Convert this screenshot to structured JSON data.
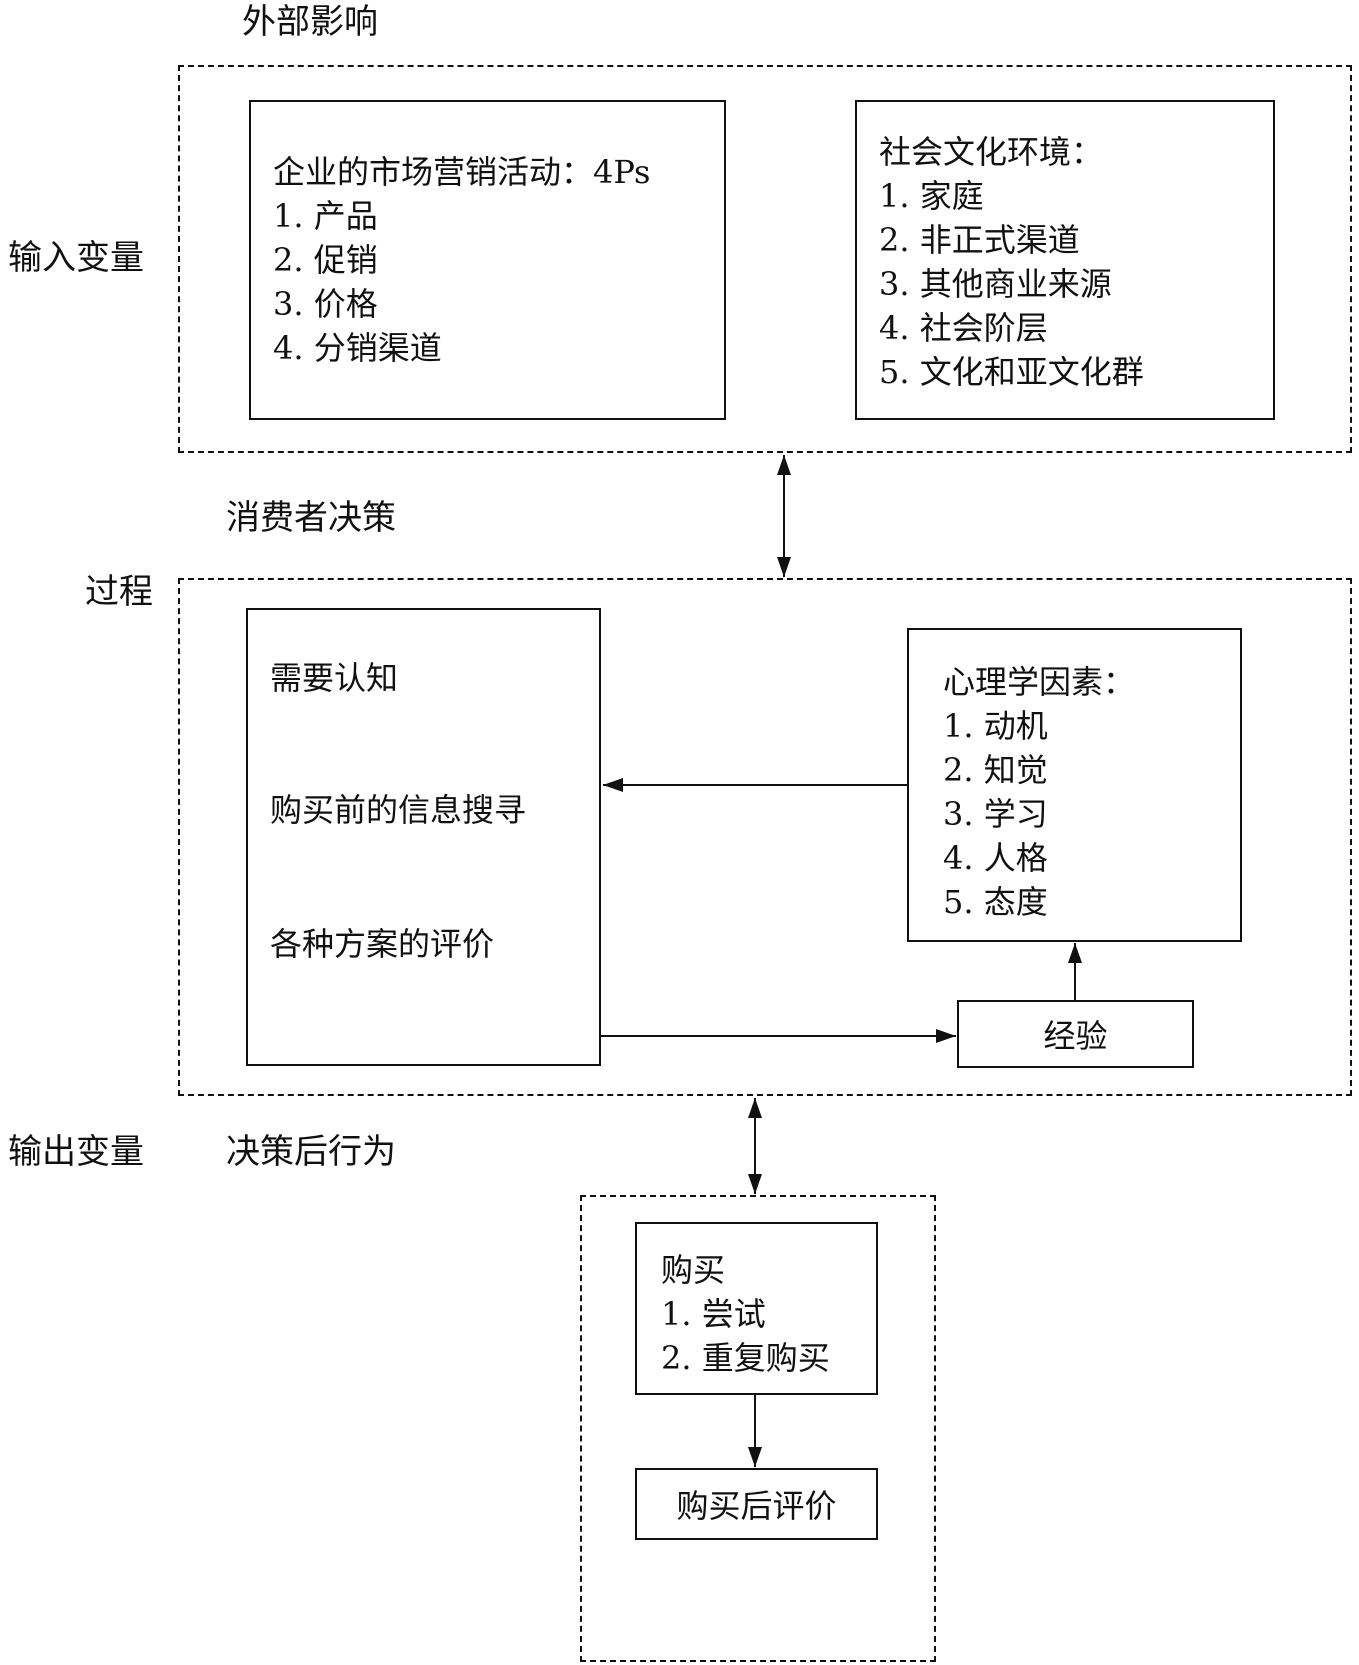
{
  "input": {
    "section_label": "外部影响",
    "row_label": "输入变量",
    "marketing": {
      "title": "企业的市场营销活动：4Ps",
      "items": [
        "1. 产品",
        "2. 促销",
        "3. 价格",
        "4. 分销渠道"
      ]
    },
    "sociocultural": {
      "title": "社会文化环境：",
      "items": [
        "1. 家庭",
        "2. 非正式渠道",
        "3. 其他商业来源",
        "4. 社会阶层",
        "5. 文化和亚文化群"
      ]
    }
  },
  "process": {
    "section_label": "消费者决策",
    "row_label": "过程",
    "stages": [
      "需要认知",
      "购买前的信息搜寻",
      "各种方案的评价"
    ],
    "psychological": {
      "title": "心理学因素：",
      "items": [
        "1. 动机",
        "2. 知觉",
        "3. 学习",
        "4. 人格",
        "5. 态度"
      ]
    },
    "experience": "经验"
  },
  "output": {
    "row_label": "输出变量",
    "section_label": "决策后行为",
    "purchase": {
      "title": "购买",
      "items": [
        "1. 尝试",
        "2. 重复购买"
      ]
    },
    "evaluation": "购买后评价"
  }
}
